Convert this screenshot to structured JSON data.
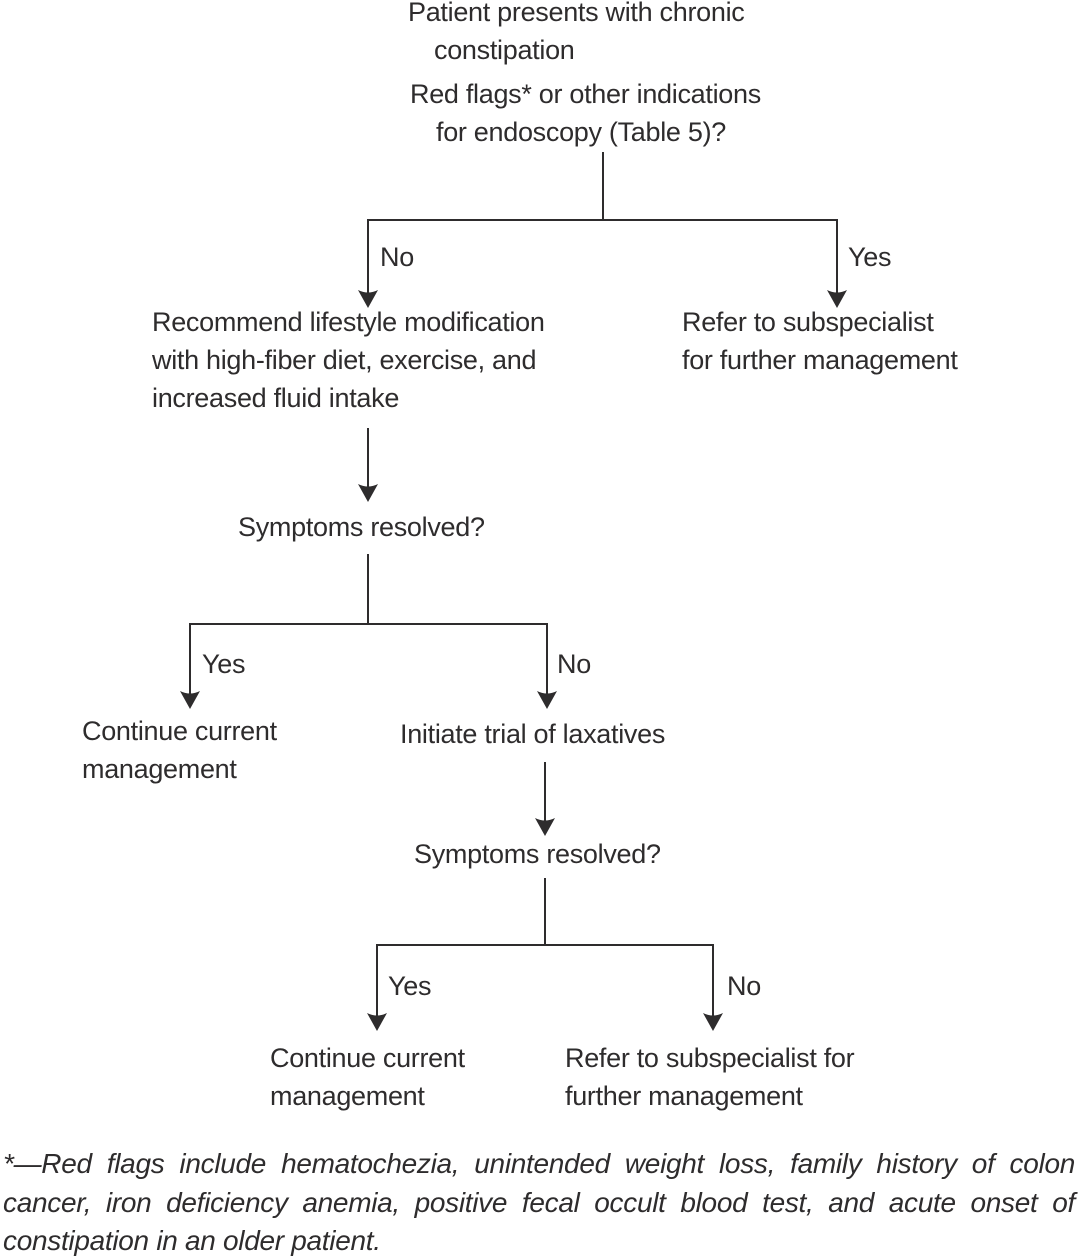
{
  "flowchart": {
    "nodes": {
      "start": "Patient presents with chronic\nconstipation",
      "question1": "Red flags* or other indications\nfor endoscopy (Table 5)?",
      "lifestyle": "Recommend lifestyle modification\nwith high-fiber diet, exercise, and\nincreased fluid intake",
      "refer_subspecialist_1": "Refer to subspecialist\nfor further management",
      "question2": "Symptoms resolved?",
      "continue_current_1": "Continue current\nmanagement",
      "laxatives": "Initiate trial of laxatives",
      "question3": "Symptoms resolved?",
      "continue_current_2": "Continue current\nmanagement",
      "refer_subspecialist_2": "Refer to subspecialist for\nfurther management"
    },
    "branch_labels": {
      "q1_no": "No",
      "q1_yes": "Yes",
      "q2_yes": "Yes",
      "q2_no": "No",
      "q3_yes": "Yes",
      "q3_no": "No"
    },
    "footnote": "*—Red flags include hematochezia, unintended weight loss, family history of colon cancer, iron deficiency anemia, positive fecal occult blood test, and acute onset of constipation in an older patient."
  },
  "colors": {
    "text": "#2e2c2d",
    "line": "#2e2c2d",
    "background": "#ffffff"
  }
}
